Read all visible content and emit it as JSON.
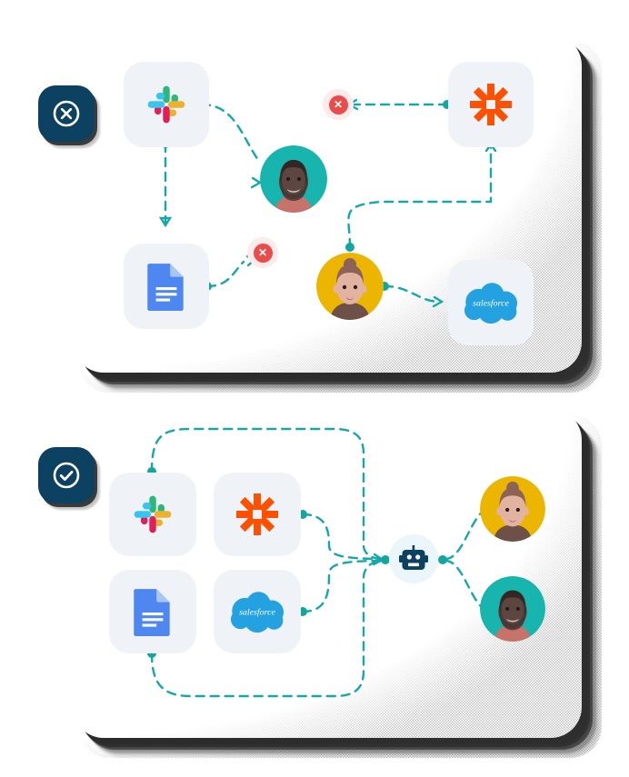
{
  "page": {
    "title": "Workflow comparison: fragmented integrations vs unified automation",
    "accent_teal": "#11a79f",
    "badge_navy": "#0c4161",
    "error_red": "#ea4b4b",
    "error_bg": "#fdeaea",
    "tile_bg": "#eff3f7",
    "card_bg": "#ffffff"
  },
  "cards": [
    {
      "id": "broken-workflow",
      "status_badge": {
        "name": "error-badge",
        "icon": "circle-x-icon",
        "label": "Error"
      },
      "nodes": [
        {
          "name": "slack-tile",
          "icon": "slack-icon",
          "label": "Slack"
        },
        {
          "name": "zapier-tile",
          "icon": "zapier-icon",
          "label": "Zapier"
        },
        {
          "name": "google-docs-tile",
          "icon": "google-docs-icon",
          "label": "Google Docs"
        },
        {
          "name": "salesforce-tile",
          "icon": "salesforce-icon",
          "label": "Salesforce"
        },
        {
          "name": "avatar-teal",
          "icon": "avatar-bearded-man",
          "label": "Team member"
        },
        {
          "name": "avatar-gold",
          "icon": "avatar-bun-woman",
          "label": "Team member"
        },
        {
          "name": "error-marker-top",
          "icon": "circle-x-icon",
          "label": "Failed connection"
        },
        {
          "name": "error-marker-mid",
          "icon": "circle-x-icon",
          "label": "Failed connection"
        }
      ]
    },
    {
      "id": "unified-workflow",
      "status_badge": {
        "name": "success-badge",
        "icon": "circle-check-icon",
        "label": "Success"
      },
      "nodes": [
        {
          "name": "slack-tile",
          "icon": "slack-icon",
          "label": "Slack"
        },
        {
          "name": "zapier-tile",
          "icon": "zapier-icon",
          "label": "Zapier"
        },
        {
          "name": "google-docs-tile",
          "icon": "google-docs-icon",
          "label": "Google Docs"
        },
        {
          "name": "salesforce-tile",
          "icon": "salesforce-icon",
          "label": "Salesforce"
        },
        {
          "name": "bot-hub",
          "icon": "robot-icon",
          "label": "Automation bot"
        },
        {
          "name": "avatar-gold",
          "icon": "avatar-bun-woman",
          "label": "Team member"
        },
        {
          "name": "avatar-teal",
          "icon": "avatar-bearded-man",
          "label": "Team member"
        }
      ]
    }
  ],
  "logos": {
    "salesforce_wordmark": "salesforce"
  }
}
